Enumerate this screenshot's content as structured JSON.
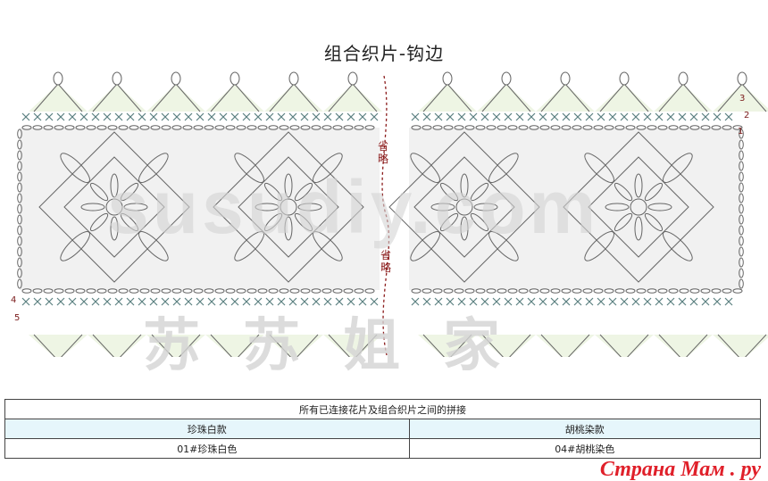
{
  "title": "组合织片-钩边",
  "diagram": {
    "omit_label": "省略",
    "row_labels_right": [
      "3",
      "2",
      "1"
    ],
    "row_labels_left": [
      "4",
      "5"
    ],
    "motif_count": 4,
    "colors": {
      "line": "#666666",
      "cross": "#5a7f80",
      "fill": "#f1f1f1",
      "shade": "#eef5e4",
      "omit": "#8b1c1c"
    }
  },
  "watermark": {
    "chars": "苏苏姐家",
    "site": "susudiy.com"
  },
  "table": {
    "header": "所有已连接花片及组合织片之间的拼接",
    "columns": [
      "珍珠白款",
      "胡桃染款"
    ],
    "values": [
      "01#珍珠白色",
      "04#胡桃染色"
    ]
  },
  "brand": "Страна Мам . ру"
}
